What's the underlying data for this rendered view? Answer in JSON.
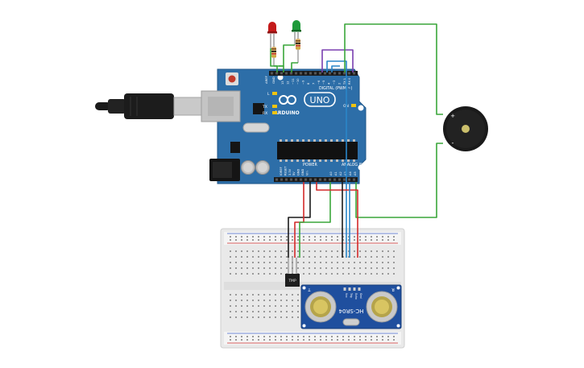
{
  "arduino": {
    "brand": "ARDUINO",
    "model": "UNO",
    "header_digital": "DIGITAL (PWM ~)",
    "header_power": "POWER",
    "header_analog": "ANALOG IN",
    "aref": "AREF",
    "gnd": "GND",
    "led_l": "L",
    "tx": "TX",
    "rx": "RX",
    "on": "ON",
    "digital_pins": [
      "13",
      "12",
      "~11",
      "~10",
      "~9",
      "8",
      "7",
      "~6",
      "~5",
      "4",
      "~3",
      "2",
      "TX 1",
      "RX 0"
    ],
    "power_pins": [
      "IOREF",
      "RESET",
      "3.3V",
      "5V",
      "GND",
      "GND",
      "Vin"
    ],
    "analog_pins": [
      "A0",
      "A1",
      "A2",
      "A3",
      "A4",
      "A5"
    ]
  },
  "sensor": {
    "model": "HC-SR04",
    "pins": [
      "Vcc",
      "Trig",
      "Echo",
      "Gnd"
    ],
    "side_left": "T",
    "side_right": "R"
  },
  "temp_sensor": {
    "label": "TMP"
  },
  "buzzer": {
    "plus": "+",
    "minus": "-"
  },
  "colors": {
    "board": "#2d6ea8",
    "wire_black": "#1a1a1a",
    "wire_red": "#d42a2a",
    "wire_green": "#3aa63a",
    "wire_blue": "#2a86c8",
    "wire_purple": "#7a3fb0",
    "led_red": "#c41a1a",
    "led_green": "#1e9a3a"
  }
}
